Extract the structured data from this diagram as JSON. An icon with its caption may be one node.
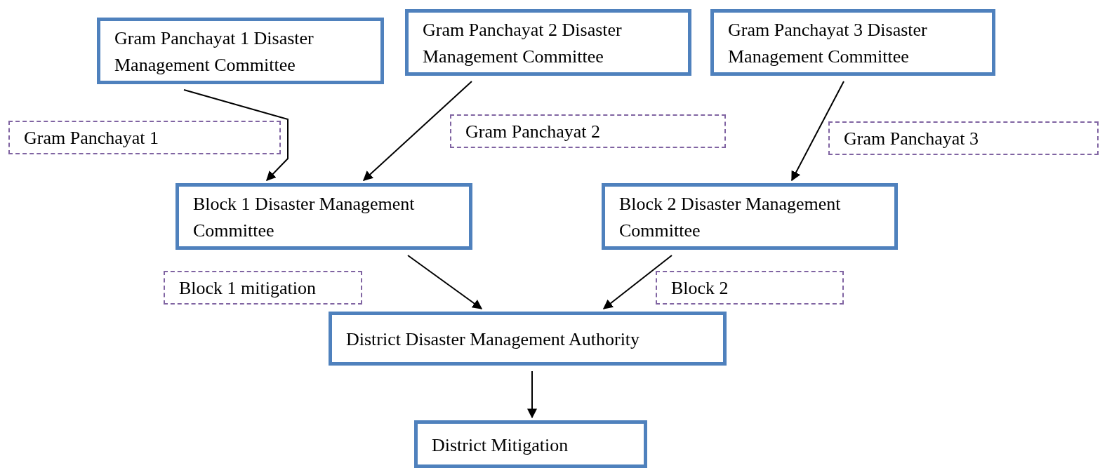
{
  "diagram": {
    "nodes": [
      {
        "text": [
          "Gram Panchayat 1 Disaster Management Committee"
        ]
      },
      {
        "text": [
          "Gram Panchayat 2 Disaster Management Committee"
        ]
      },
      {
        "text": [
          "Gram Panchayat 3 Disaster Management Committee"
        ]
      },
      {
        "text": [
          "Gram Panchayat 1"
        ]
      },
      {
        "text": [
          "Gram Panchayat 2"
        ]
      },
      {
        "text": [
          "Gram Panchayat 3"
        ]
      },
      {
        "text": [
          "Block 1 Disaster Management Committee"
        ]
      },
      {
        "text": [
          "Block 2 Disaster Management Committee"
        ]
      },
      {
        "text": [
          "Block 1 mitigation"
        ]
      },
      {
        "text": [
          "Block 2"
        ]
      },
      {
        "text": [
          "District Disaster Management Authority"
        ]
      },
      {
        "text": [
          "District Mitigation"
        ]
      }
    ],
    "edges": [
      {
        "from": 0,
        "to": 6,
        "arrow": "to"
      },
      {
        "from": 1,
        "to": 6,
        "arrow": "to"
      },
      {
        "from": 2,
        "to": 7,
        "arrow": "to"
      },
      {
        "from": 6,
        "to": 10,
        "arrow": "to"
      },
      {
        "from": 7,
        "to": 10,
        "arrow": "to"
      },
      {
        "from": 10,
        "to": 11,
        "arrow": "to"
      }
    ]
  }
}
